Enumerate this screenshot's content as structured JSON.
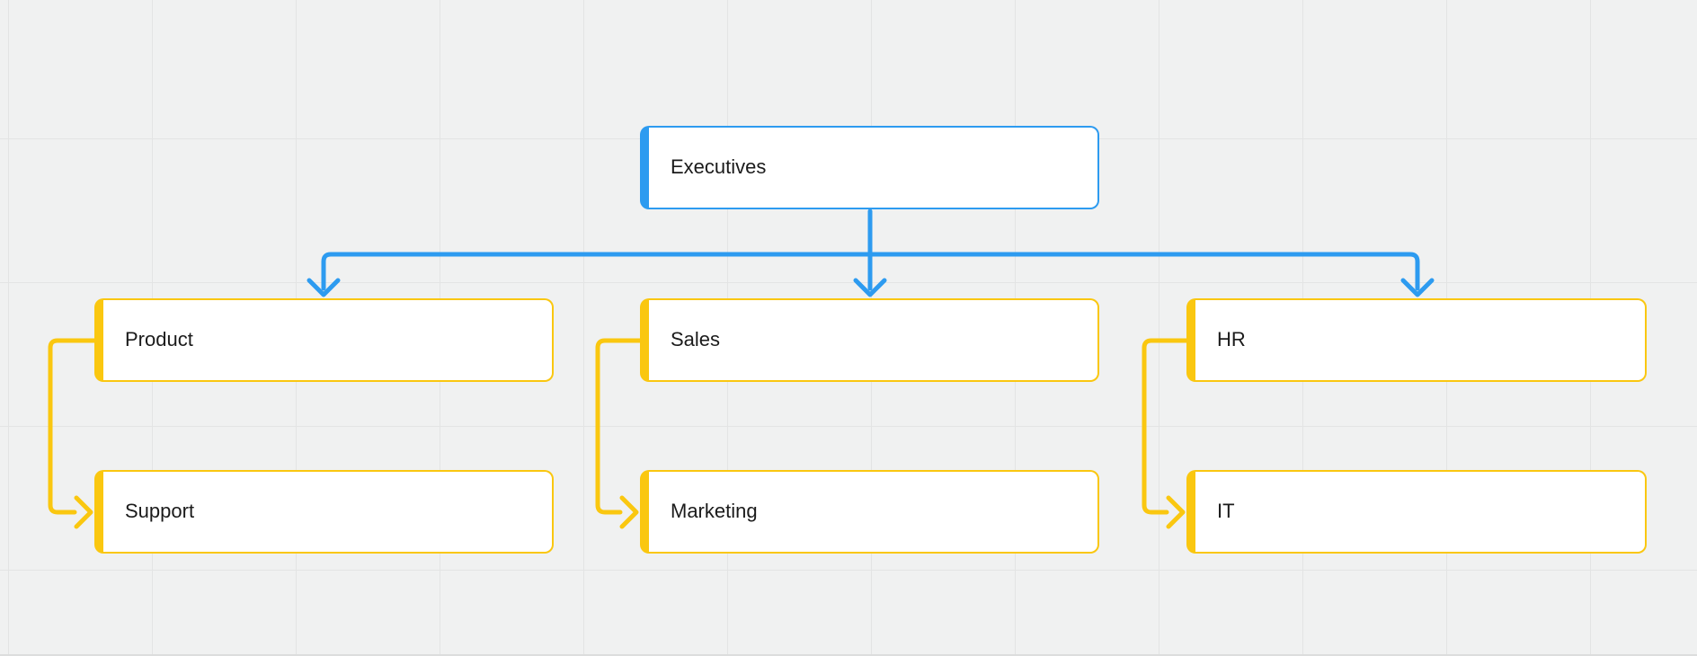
{
  "app": {
    "view": "diagram-canvas",
    "diagram_type": "org-chart"
  },
  "colors": {
    "accent_blue": "#2D9BF0",
    "accent_yellow": "#FAC710",
    "canvas_background": "#F0F1F1",
    "grid_line": "#E3E4E4",
    "node_fill": "#FFFFFF",
    "node_text": "#1B1B1B"
  },
  "org_chart": {
    "root": {
      "id": "executives",
      "label": "Executives",
      "accent": "blue"
    },
    "level2": [
      {
        "id": "product",
        "label": "Product",
        "accent": "yellow"
      },
      {
        "id": "sales",
        "label": "Sales",
        "accent": "yellow"
      },
      {
        "id": "hr",
        "label": "HR",
        "accent": "yellow"
      }
    ],
    "level3": [
      {
        "id": "support",
        "label": "Support",
        "accent": "yellow"
      },
      {
        "id": "marketing",
        "label": "Marketing",
        "accent": "yellow"
      },
      {
        "id": "it",
        "label": "IT",
        "accent": "yellow"
      }
    ],
    "edges": [
      {
        "from": "Executives",
        "to": "Product",
        "color": "blue"
      },
      {
        "from": "Executives",
        "to": "Sales",
        "color": "blue"
      },
      {
        "from": "Executives",
        "to": "HR",
        "color": "blue"
      },
      {
        "from": "Product",
        "to": "Support",
        "color": "yellow"
      },
      {
        "from": "Sales",
        "to": "Marketing",
        "color": "yellow"
      },
      {
        "from": "HR",
        "to": "IT",
        "color": "yellow"
      }
    ]
  }
}
